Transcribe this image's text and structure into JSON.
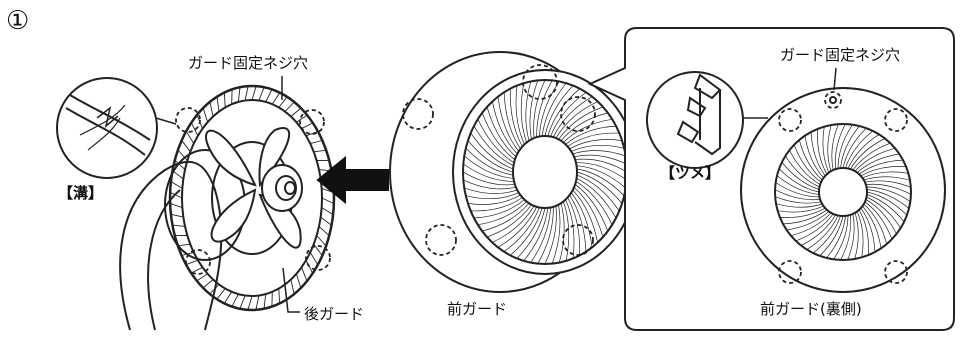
{
  "step_marker": "①",
  "left_panel": {
    "hole_label": "ガード固定ネジ穴",
    "groove_label": "【溝】",
    "rear_guard_label": "後ガード"
  },
  "middle_panel": {
    "front_guard_label": "前ガード"
  },
  "right_panel": {
    "hole_label": "ガード固定ネジ穴",
    "claw_label": "【ツメ】",
    "front_guard_back_label": "前ガード(裏側)"
  }
}
